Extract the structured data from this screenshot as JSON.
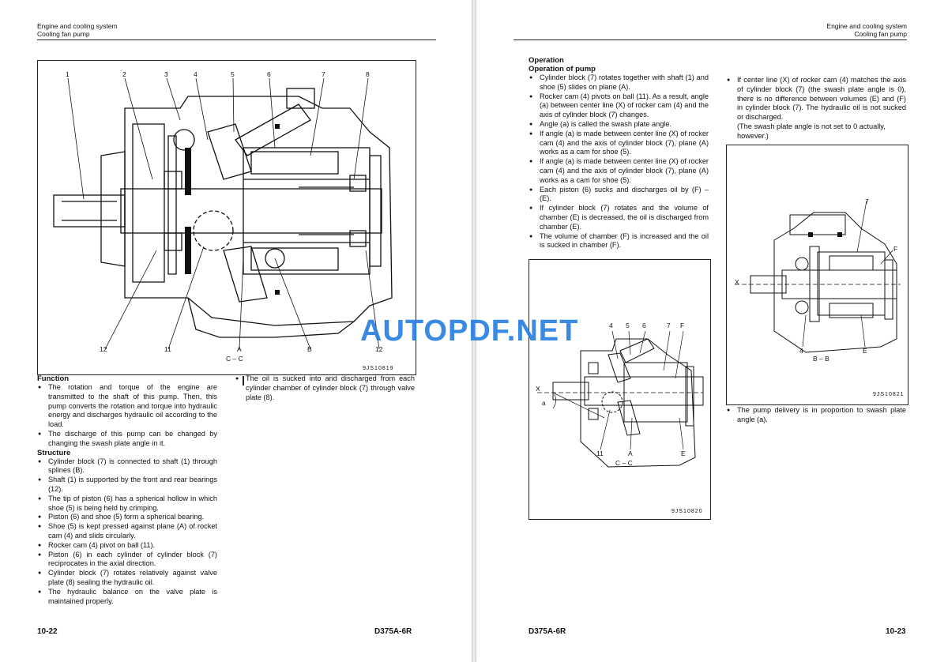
{
  "left_page": {
    "header": {
      "line1": "Engine and cooling system",
      "line2": "Cooling fan pump"
    },
    "figure": {
      "code": "9JS10819",
      "section_label": "C – C",
      "callouts": {
        "c1": "1",
        "c2": "2",
        "c3": "3",
        "c4": "4",
        "c5": "5",
        "c6": "6",
        "c7": "7",
        "c8": "8",
        "c12a": "12",
        "c11": "11",
        "cA": "A",
        "cB": "B",
        "c12b": "12"
      }
    },
    "function": {
      "title": "Function",
      "items": [
        "The rotation and torque of the engine are transmitted to the shaft of this pump. Then, this pump converts the rotation and torque into hydraulic energy and discharges hydraulic oil according to the load.",
        "The discharge of this pump can be changed by changing the swash plate angle in it."
      ]
    },
    "structure": {
      "title": "Structure",
      "items": [
        "Cylinder block (7) is connected to shaft (1) through splines (B).",
        "Shaft (1) is supported by the front and rear bearings (12).",
        "The tip of piston (6) has a spherical hollow in which shoe (5) is being held by crimping.",
        "Piston (6) and shoe (5) form a spherical bearing.",
        "Shoe (5) is kept pressed against plane (A) of rocket cam (4) and slids circularly.",
        "Rocker cam (4) pivot on ball (11).",
        "Piston (6) in each cylinder of cylinder block (7) reciprocates in the axial direction.",
        "Cylinder block (7) rotates relatively against valve plate (8) sealing the hydraulic oil.",
        "The hydraulic balance on the valve plate is maintained properly."
      ]
    },
    "right_column": {
      "items": [
        "The oil is sucked into and discharged from each cylinder chamber of cylinder block (7) through valve plate (8)."
      ]
    },
    "footer": {
      "page": "10-22",
      "model": "D375A-6R"
    }
  },
  "right_page": {
    "header": {
      "line1": "Engine and cooling system",
      "line2": "Cooling fan pump"
    },
    "operation": {
      "title": "Operation",
      "subtitle": "Operation of pump",
      "items": [
        "Cylinder block (7) rotates together with shaft (1) and shoe (5) slides on plane (A).",
        "Rocker cam (4) pivots on ball (11). As a result, angle (a) between center line (X) of rocker cam (4) and the axis of cylinder block (7) changes.",
        "Angle (a) is called the swash plate angle.",
        "If angle (a) is made between center line (X) of rocker cam (4) and the axis of cylinder block (7), plane (A) works as a cam for shoe (5).",
        "If angle (a) is made between center line (X) of rocker cam (4) and the axis of cylinder block (7), plane (A) works as a cam for shoe (5).",
        "Each piston (6) sucks and discharges oil by (F) – (E).",
        "If cylinder block (7) rotates and the volume of chamber (E) is decreased, the oil is discharged from chamber (E).",
        "The volume of chamber (F) is increased and the oil is sucked in chamber (F)."
      ]
    },
    "col2": {
      "item": "If center line (X) of rocker cam (4) matches the axis of cylinder block (7) (the swash plate angle is 0), there is no difference between volumes (E) and (F) in cylinder block (7). The hydraulic oil is not sucked or discharged.",
      "note": "(The swash plate angle is not set to 0 actually, however.)"
    },
    "figure1": {
      "code": "9JS10820",
      "section_label": "C – C",
      "callouts": {
        "c4": "4",
        "c5": "5",
        "c6": "6",
        "c7": "7",
        "cF": "F",
        "cX": "X",
        "ca": "a",
        "c11": "11",
        "cA": "A",
        "cE": "E"
      }
    },
    "figure2": {
      "code": "9JS10821",
      "section_label": "B – B",
      "callouts": {
        "c7": "7",
        "cF": "F",
        "cX": "X",
        "c4": "4",
        "cE": "E"
      }
    },
    "delivery_item": "The pump delivery is in proportion to swash plate angle (a).",
    "footer": {
      "page": "10-23",
      "model": "D375A-6R"
    }
  },
  "watermark": "AUTOPDF.NET"
}
